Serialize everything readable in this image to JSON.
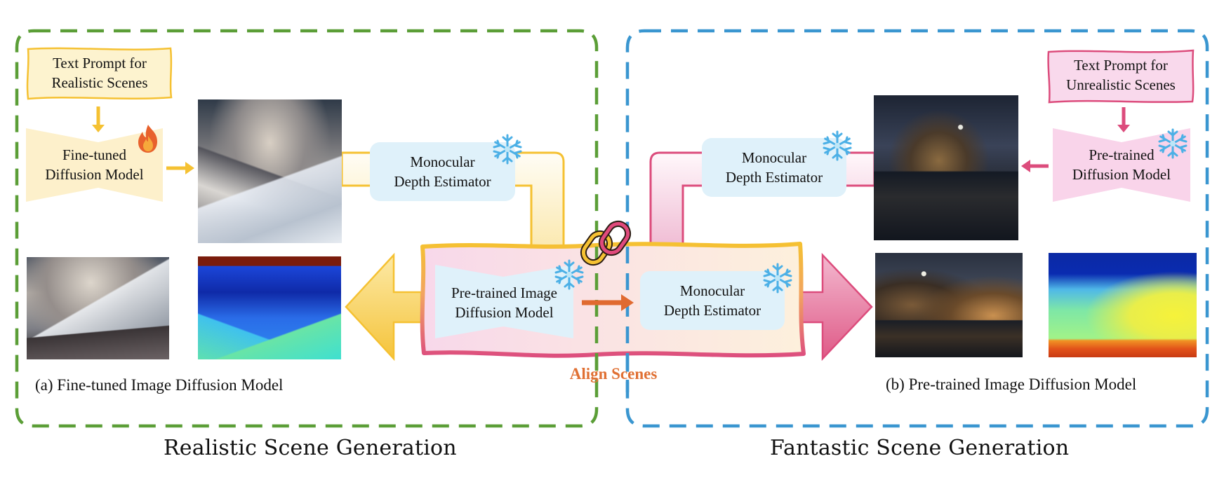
{
  "colors": {
    "realistic_frame": "#5b9e37",
    "fantastic_frame": "#3a96d0",
    "yellow_accent": "#f5c132",
    "yellow_fill": "#fdf2cc",
    "pink_accent": "#dc4c7c",
    "pink_fill": "#f8d6ea",
    "depth_box_fill": "#dff1fa",
    "align_text": "#e07033",
    "align_arrow": "#e06a30"
  },
  "realistic": {
    "prompt_box": "Text Prompt for\nRealistic Scenes",
    "prompt_line1": "Text Prompt for",
    "prompt_line2": "Realistic Scenes",
    "model_line1": "Fine-tuned",
    "model_line2": "Diffusion Model",
    "model_icon": "fire-icon",
    "depth_line1": "Monocular",
    "depth_line2": "Depth Estimator",
    "depth_icon": "snowflake-icon",
    "caption": "(a) Fine-tuned Image Diffusion Model",
    "section_title": "Realistic Scene Generation",
    "images": [
      "generated-mountain-image",
      "mountain-photo",
      "mountain-depth-map"
    ]
  },
  "center": {
    "model_line1": "Pre-trained Image",
    "model_line2": "Diffusion Model",
    "model_icon": "snowflake-icon",
    "depth_line1": "Monocular",
    "depth_line2": "Depth Estimator",
    "depth_icon": "snowflake-icon",
    "link_icon": "chain-link-icon",
    "align_label": "Align Scenes"
  },
  "fantastic": {
    "prompt_line1": "Text Prompt for",
    "prompt_line2": "Unrealistic Scenes",
    "model_line1": "Pre-trained",
    "model_line2": "Diffusion Model",
    "model_icon": "snowflake-icon",
    "depth_line1": "Monocular",
    "depth_line2": "Depth Estimator",
    "depth_icon": "snowflake-icon",
    "caption": "(b) Pre-trained Image Diffusion Model",
    "section_title": "Fantastic Scene Generation",
    "images": [
      "generated-castle-image",
      "castle-photo",
      "castle-depth-map"
    ]
  }
}
